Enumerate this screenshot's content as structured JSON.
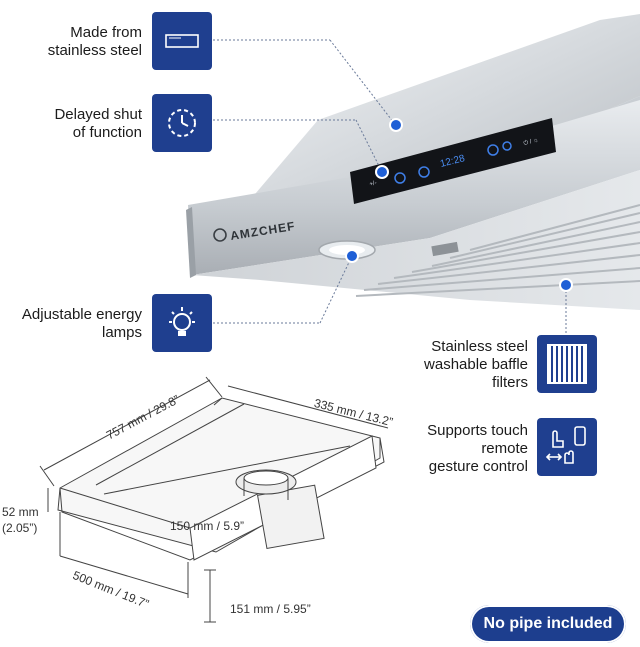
{
  "brand": "AMZCHEF",
  "display_time": "12:28",
  "features": {
    "steel": {
      "label_line1": "Made from",
      "label_line2": "stainless steel",
      "icon": "steel-plate-icon"
    },
    "delayed": {
      "label_line1": "Delayed shut",
      "label_line2": "of function",
      "icon": "clock-timer-icon"
    },
    "lamps": {
      "label_line1": "Adjustable energy",
      "label_line2": "lamps",
      "icon": "light-bulb-icon"
    },
    "filters": {
      "label_line1": "Stainless steel",
      "label_line2": "washable baffle",
      "label_line3": "filters",
      "icon": "baffle-filter-icon"
    },
    "gesture": {
      "label_line1": "Supports touch",
      "label_line2": "remote",
      "label_line3": "gesture control",
      "icon": "gesture-remote-icon"
    }
  },
  "dimensions": {
    "width": "757 mm / 29.8”",
    "depth_top": "335 mm / 13.2”",
    "height_mm": "52 mm",
    "height_in": "(2.05”)",
    "duct": "150 mm / 5.9”",
    "depth_bottom": "500 mm / 19.7”",
    "outlet": "151 mm / 5.95”"
  },
  "badge": "No pipe included",
  "colors": {
    "accent": "#1f3f8f",
    "dot": "#1e5fd6"
  }
}
